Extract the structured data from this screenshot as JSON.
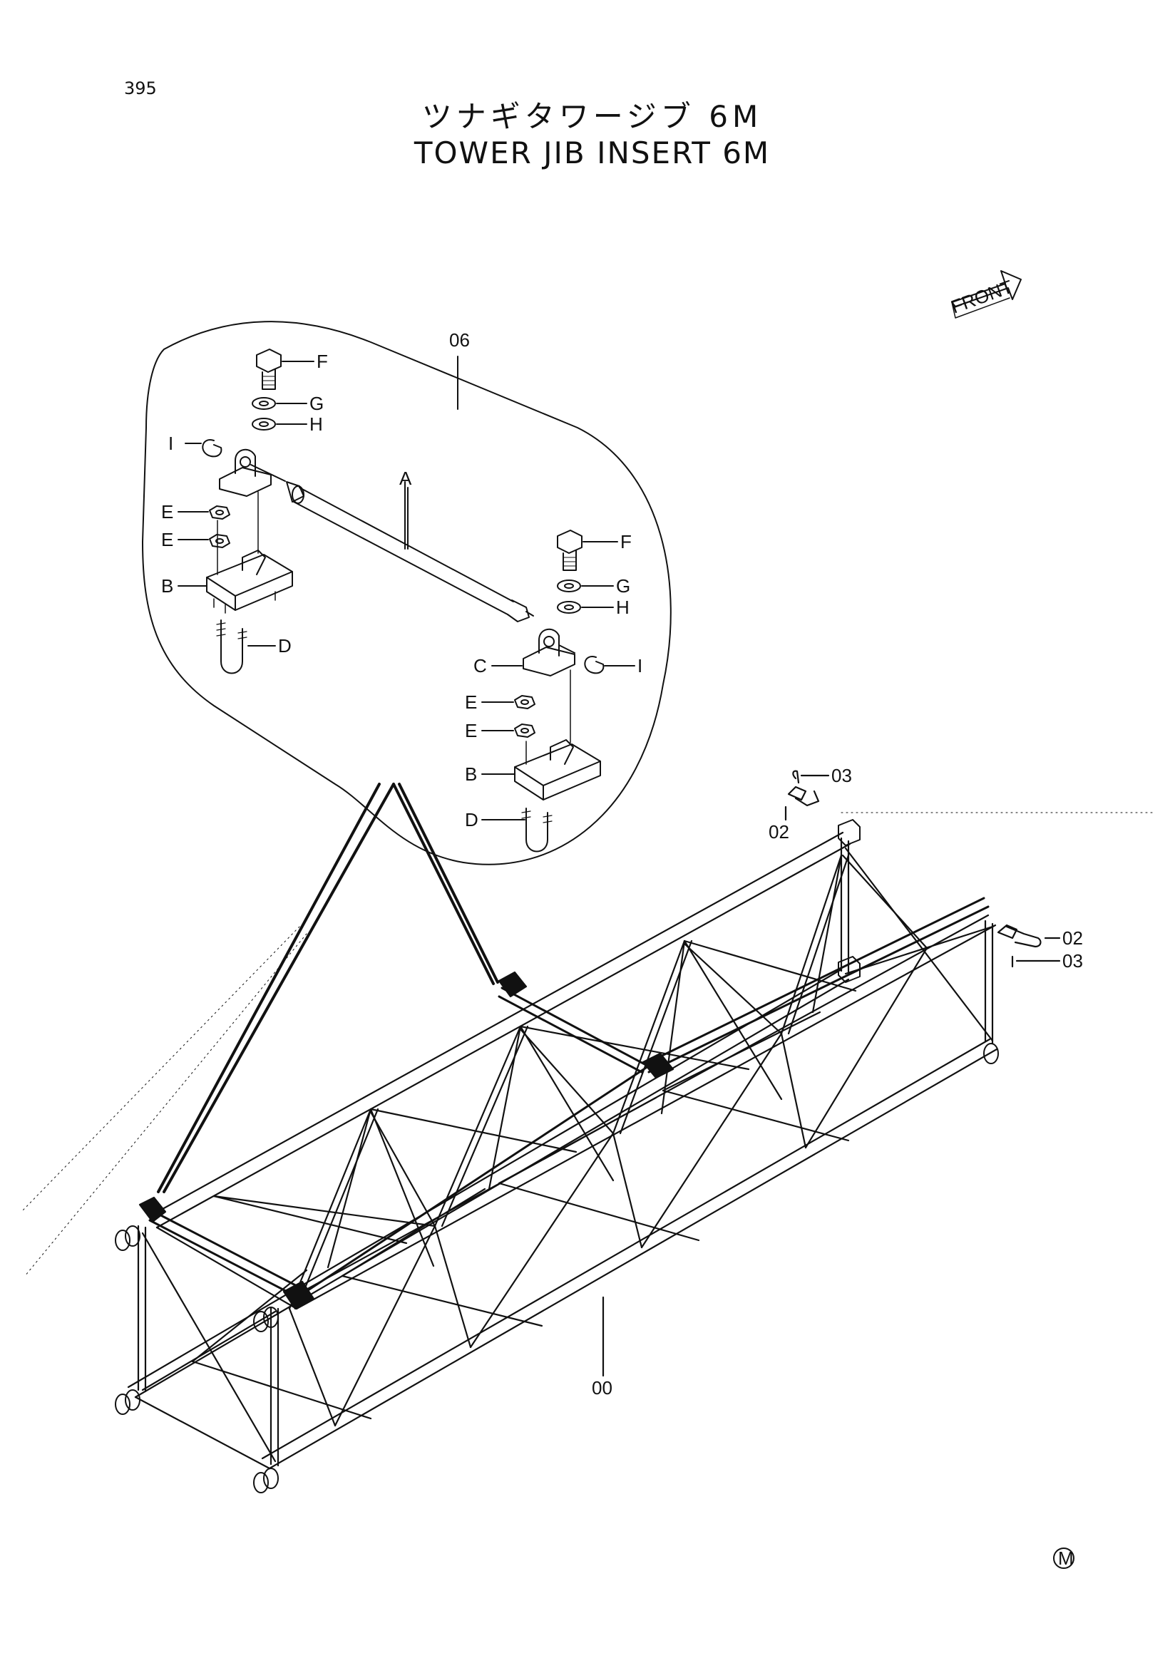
{
  "page_number": "395",
  "title_jp": "ツナギタワージブ 6M",
  "title_en": "TOWER JIB INSERT 6M",
  "front_label": "FRONT",
  "corner_mark": "M",
  "callouts": {
    "assembly": "06",
    "main_part": "00",
    "pin_top": "02",
    "clip_top": "03",
    "pin_right": "02",
    "clip_right": "03",
    "shaft": "A",
    "bolt_upper": "F",
    "lockwasher_upper": "G",
    "washer_upper": "H",
    "clip_upper": "I",
    "nut_upper_1": "E",
    "nut_upper_2": "E",
    "base_upper": "B",
    "ubolt_upper": "D",
    "bolt_lower": "F",
    "lockwasher_lower": "G",
    "washer_lower": "H",
    "bracket_lower": "C",
    "clip_lower": "I",
    "nut_lower_1": "E",
    "nut_lower_2": "E",
    "base_lower": "B",
    "ubolt_lower": "D"
  }
}
